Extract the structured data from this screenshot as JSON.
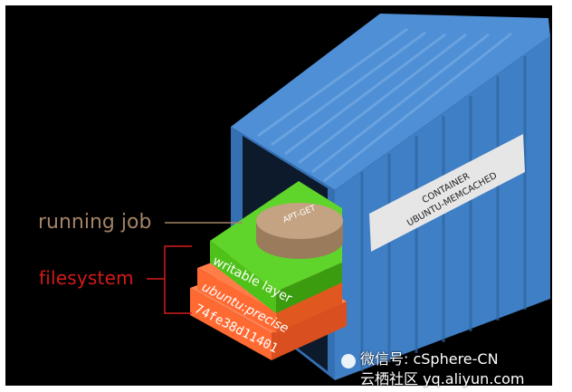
{
  "container": {
    "label_line1": "CONTAINER",
    "label_line2": "UBUNTU-MEMCACHED"
  },
  "process": {
    "label": "APT-GET"
  },
  "layers": [
    {
      "label": "writable layer",
      "color": "#4fc21a"
    },
    {
      "label": "ubuntu:precise",
      "color": "#ff6a33"
    },
    {
      "label": "74fe38d11401",
      "color": "#ff6a33"
    }
  ],
  "callouts": {
    "running_job": "running job",
    "filesystem": "filesystem"
  },
  "watermark": {
    "line1": "微信号: cSphere-CN",
    "line2": "云栖社区 yq.aliyun.com"
  },
  "colors": {
    "background": "#000000",
    "container_blue": "#3f7fc5",
    "writable_green": "#4fc21a",
    "base_orange": "#ff6a33",
    "job_tan": "#a38366",
    "filesystem_red": "#d41a1a"
  }
}
